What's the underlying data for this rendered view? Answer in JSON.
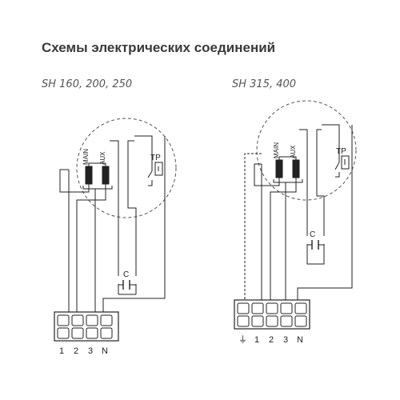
{
  "title": "Схемы электрических соединений",
  "diagrams": [
    {
      "model": "SH 160, 200, 250",
      "winding_main": "MAIN",
      "winding_aux": "AUX",
      "protector": "TP",
      "capacitor": "C",
      "terminals": [
        "1",
        "2",
        "3",
        "N"
      ]
    },
    {
      "model": "SH 315, 400",
      "winding_main": "MAIN",
      "winding_aux": "AUX",
      "protector": "TP",
      "capacitor": "C",
      "ground_symbol": "⏚",
      "terminals": [
        "1",
        "2",
        "3",
        "N"
      ]
    }
  ],
  "colors": {
    "line": "#222222",
    "dashed": "#555555",
    "text": "#3a3a3a"
  }
}
